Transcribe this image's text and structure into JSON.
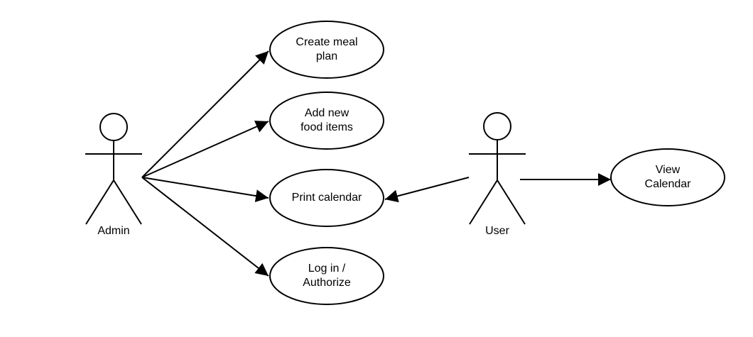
{
  "actors": [
    {
      "id": "admin",
      "label": "Admin"
    },
    {
      "id": "user",
      "label": "User"
    }
  ],
  "use_cases": [
    {
      "id": "create-meal-plan",
      "label": "Create meal\nplan"
    },
    {
      "id": "add-new-food-items",
      "label": "Add new\nfood items"
    },
    {
      "id": "print-calendar",
      "label": "Print calendar"
    },
    {
      "id": "log-in-authorize",
      "label": "Log in /\nAuthorize"
    },
    {
      "id": "view-calendar",
      "label": "View\nCalendar"
    }
  ],
  "associations": [
    {
      "from": "admin",
      "to": "create-meal-plan"
    },
    {
      "from": "admin",
      "to": "add-new-food-items"
    },
    {
      "from": "admin",
      "to": "print-calendar"
    },
    {
      "from": "admin",
      "to": "log-in-authorize"
    },
    {
      "from": "user",
      "to": "print-calendar"
    },
    {
      "from": "user",
      "to": "view-calendar"
    }
  ]
}
